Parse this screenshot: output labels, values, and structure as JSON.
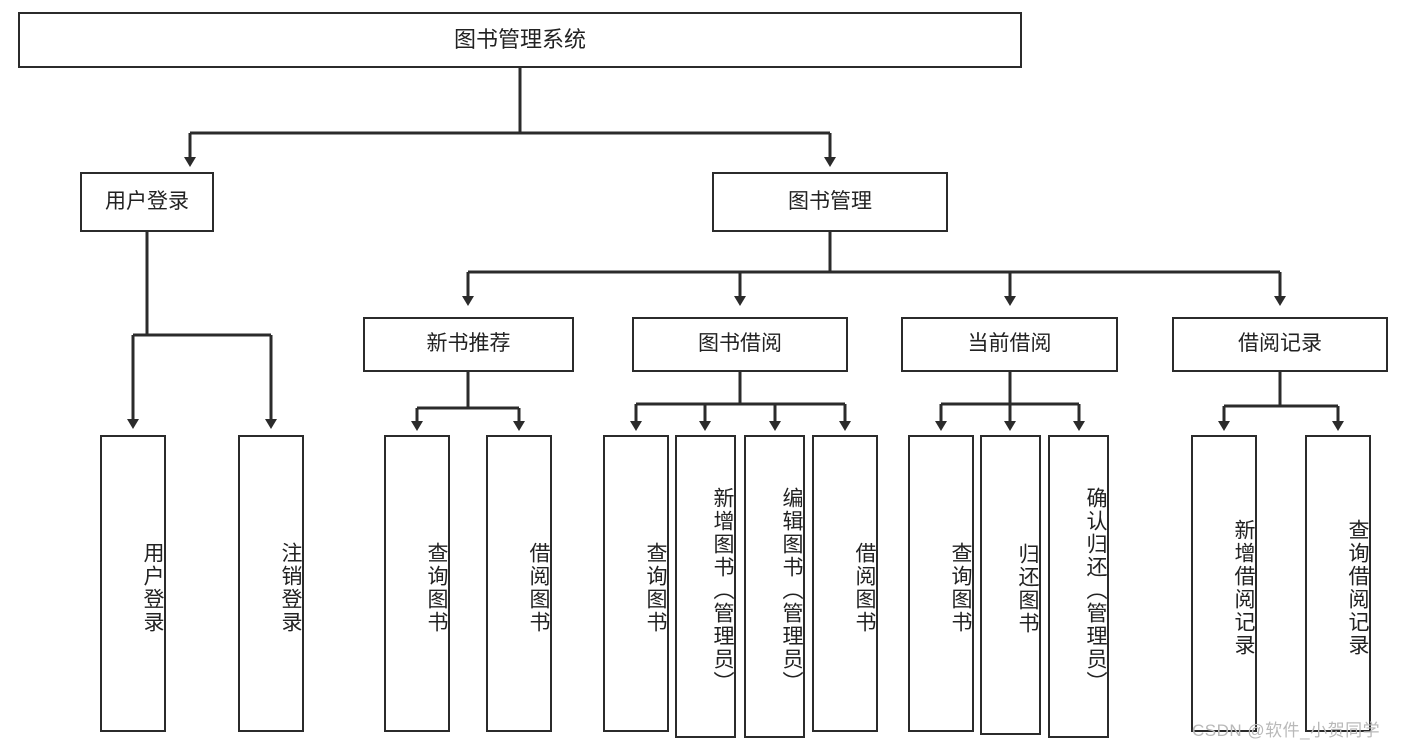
{
  "diagram": {
    "title": "图书管理系统",
    "type": "hierarchy-tree",
    "root": {
      "label": "图书管理系统"
    },
    "level2": [
      {
        "label": "用户登录"
      },
      {
        "label": "图书管理"
      }
    ],
    "level3": [
      {
        "label": "新书推荐"
      },
      {
        "label": "图书借阅"
      },
      {
        "label": "当前借阅"
      },
      {
        "label": "借阅记录"
      }
    ],
    "leaves": {
      "user_login": [
        {
          "label": "用户登录"
        },
        {
          "label": "注销登录"
        }
      ],
      "new_book_recommend": [
        {
          "label": "查询图书"
        },
        {
          "label": "借阅图书"
        }
      ],
      "book_borrow": [
        {
          "label": "查询图书"
        },
        {
          "label": "新增图书（管理员）"
        },
        {
          "label": "编辑图书（管理员）"
        },
        {
          "label": "借阅图书"
        }
      ],
      "current_borrow": [
        {
          "label": "查询图书"
        },
        {
          "label": "归还图书"
        },
        {
          "label": "确认归还（管理员）"
        }
      ],
      "borrow_record": [
        {
          "label": "新增借阅记录"
        },
        {
          "label": "查询借阅记录"
        }
      ]
    }
  },
  "watermark": {
    "text": "CSDN @软件_小贺同学"
  },
  "colors": {
    "stroke": "#2b2b2b",
    "fill": "#ffffff",
    "text": "#222222",
    "watermark": "#b9b9b9"
  }
}
